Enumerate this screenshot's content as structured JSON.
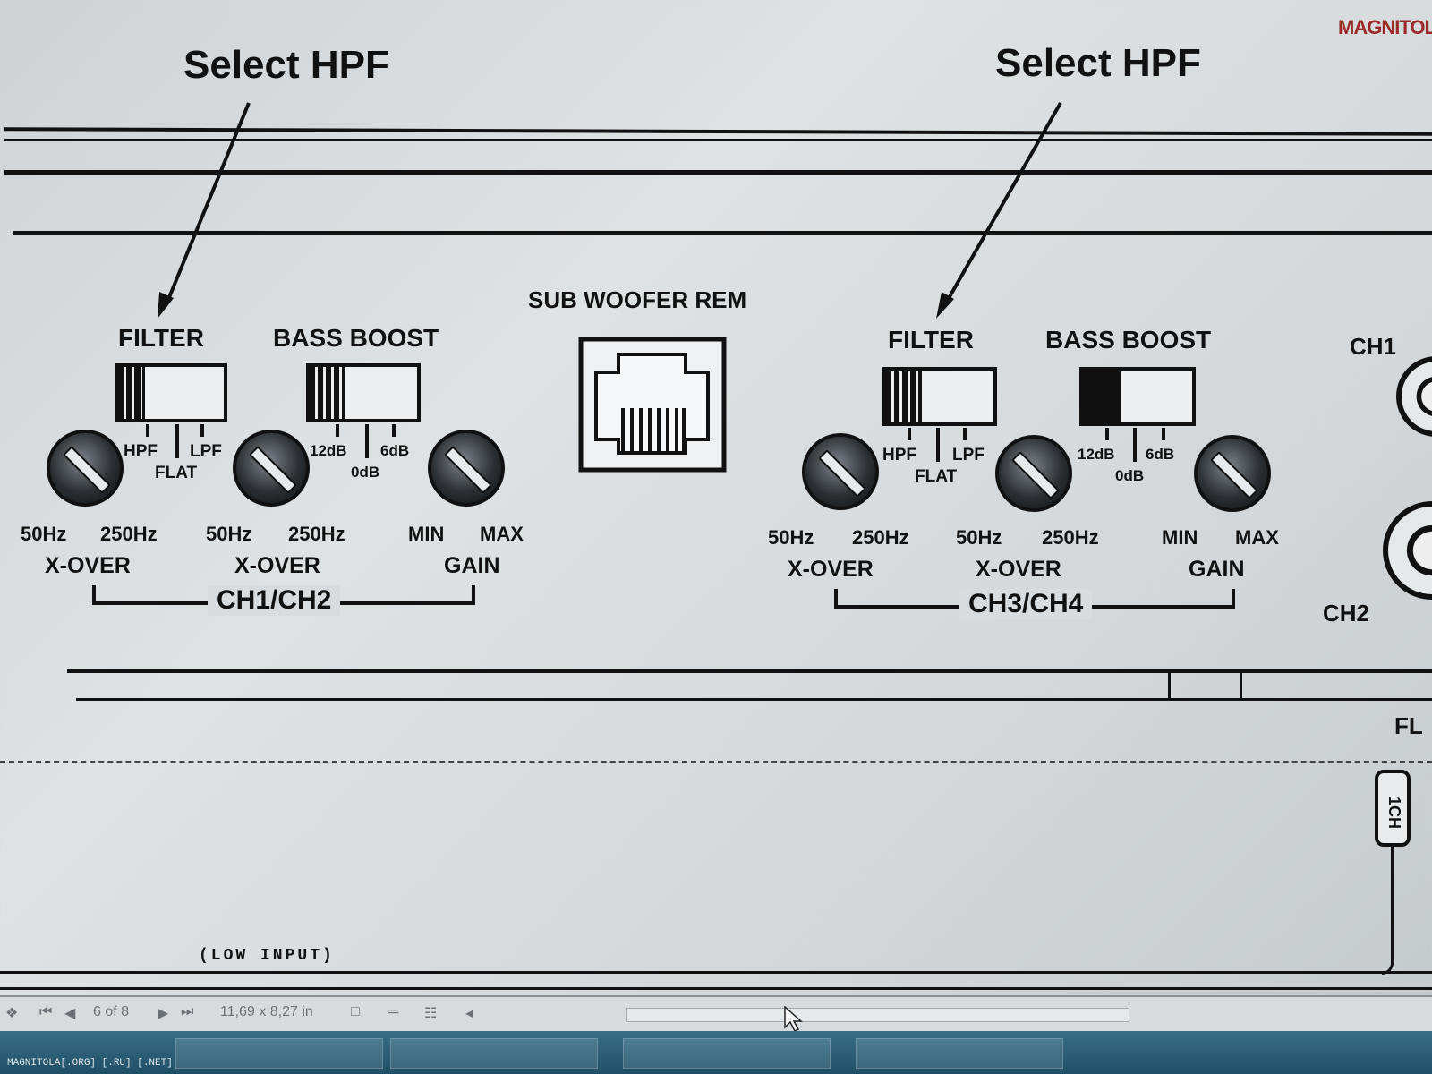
{
  "watermark_logo": "MAGNITOLA",
  "footer_watermark": "MAGNITOLA[.ORG] [.RU] [.NET]",
  "annotations": {
    "left_callout": "Select HPF",
    "right_callout": "Select HPF"
  },
  "center": {
    "sub_woofer_label": "SUB WOOFER REM"
  },
  "left_panel": {
    "filter_label": "FILTER",
    "bass_boost_label": "BASS BOOST",
    "filter_options": {
      "hpf": "HPF",
      "flat": "FLAT",
      "lpf": "LPF"
    },
    "boost_options": {
      "high": "12dB",
      "mid": "0dB",
      "low": "6dB"
    },
    "xover1_min": "50Hz",
    "xover1_max": "250Hz",
    "xover1_label": "X-OVER",
    "xover2_min": "50Hz",
    "xover2_max": "250Hz",
    "xover2_label": "X-OVER",
    "gain_min": "MIN",
    "gain_max": "MAX",
    "gain_label": "GAIN",
    "group_label": "CH1/CH2"
  },
  "right_panel": {
    "filter_label": "FILTER",
    "bass_boost_label": "BASS BOOST",
    "filter_options": {
      "hpf": "HPF",
      "flat": "FLAT",
      "lpf": "LPF"
    },
    "boost_options": {
      "high": "12dB",
      "mid": "0dB",
      "low": "6dB"
    },
    "xover1_min": "50Hz",
    "xover1_max": "250Hz",
    "xover1_label": "X-OVER",
    "xover2_min": "50Hz",
    "xover2_max": "250Hz",
    "xover2_label": "X-OVER",
    "gain_min": "MIN",
    "gain_max": "MAX",
    "gain_label": "GAIN",
    "group_label": "CH3/CH4"
  },
  "edge_labels": {
    "ch1": "CH1",
    "ch2": "CH2",
    "fl": "FL",
    "one_ch": "1CH",
    "low_input": "(LOW INPUT)"
  },
  "viewer_status": {
    "page_indicator": "6 of 8",
    "page_size": "11,69 x 8,27 in"
  }
}
